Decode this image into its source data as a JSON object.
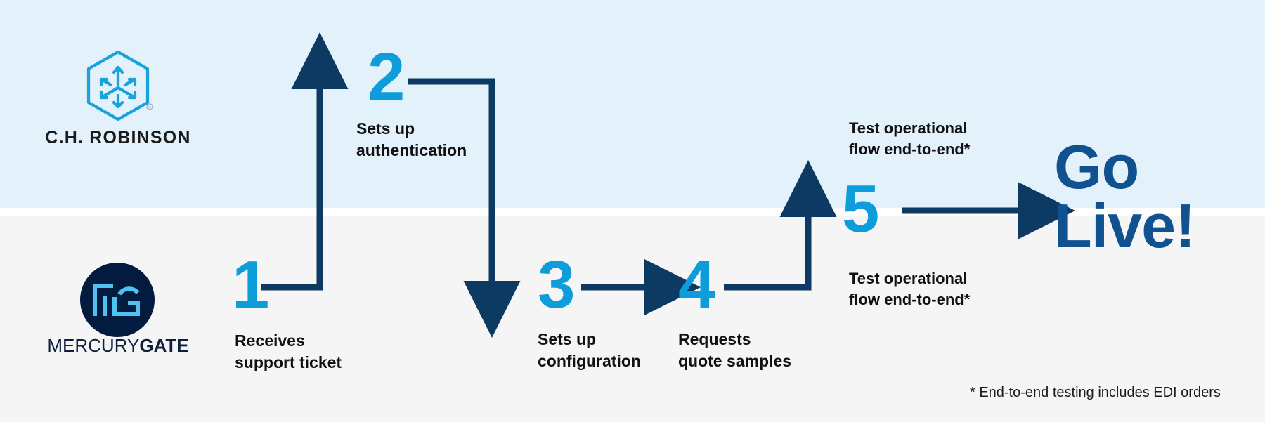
{
  "diagram": {
    "title_alt": "C.H. Robinson and MercuryGate integration onboarding flow",
    "colors": {
      "band_top": "#e2f1fa",
      "band_bottom": "#f5f5f5",
      "step_number": "#0d9ddb",
      "connector": "#0d3a63",
      "golive": "#10518f",
      "logo_accent": "#18a3dd",
      "logo_dark": "#021b3e",
      "text": "#111111"
    }
  },
  "lanes": {
    "top": {
      "actor": "C.H. Robinson"
    },
    "bottom": {
      "actor": "MercuryGate"
    }
  },
  "logos": {
    "ch_robinson": {
      "name": "C.H. ROBINSON",
      "icon": "cube-arrows-hexagon-icon"
    },
    "mercurygate": {
      "mark": "mg-monogram-icon",
      "name_light": "MERCURY",
      "name_bold": "GATE"
    }
  },
  "steps": [
    {
      "number": "1",
      "label": "Receives\nsupport ticket",
      "lane": "bottom"
    },
    {
      "number": "2",
      "label": "Sets up\nauthentication",
      "lane": "top"
    },
    {
      "number": "3",
      "label": "Sets up\nconfiguration",
      "lane": "bottom"
    },
    {
      "number": "4",
      "label": "Requests\nquote samples",
      "lane": "bottom"
    },
    {
      "number": "5",
      "label_top": "Test operational\nflow end-to-end*",
      "label_bottom": "Test operational\nflow end-to-end*",
      "lane": "top"
    }
  ],
  "outcome": {
    "line1": "Go",
    "line2": "Live!"
  },
  "footnote": "* End-to-end testing includes EDI orders"
}
